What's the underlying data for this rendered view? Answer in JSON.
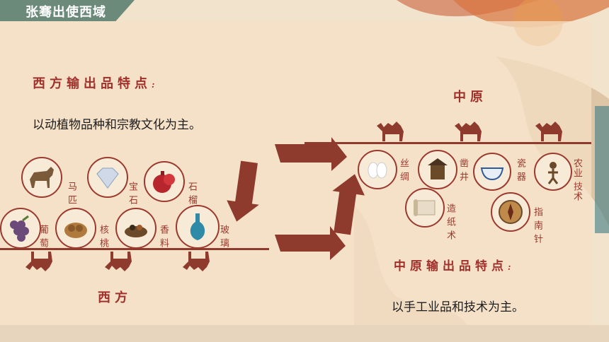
{
  "title": "张骞出使西域",
  "west": {
    "heading": "西方输出品特点",
    "heading_mark": ":",
    "description": "以动植物品种和宗教文化为主。",
    "region_label": "西方",
    "items": [
      {
        "label": "马\n匹",
        "icon": "horse-icon"
      },
      {
        "label": "宝\n石",
        "icon": "gem-icon"
      },
      {
        "label": "石\n榴",
        "icon": "pomegranate-icon"
      },
      {
        "label": "葡\n萄",
        "icon": "grapes-icon"
      },
      {
        "label": "核\n桃",
        "icon": "walnut-icon"
      },
      {
        "label": "香\n料",
        "icon": "spice-icon"
      },
      {
        "label": "玻\n璃",
        "icon": "glass-vase-icon"
      }
    ]
  },
  "central": {
    "heading": "中原输出品特点",
    "heading_mark": ":",
    "description": "以手工业品和技术为主。",
    "region_label": "中原",
    "items": [
      {
        "label": "丝\n绸",
        "icon": "silk-cocoon-icon"
      },
      {
        "label": "凿\n井",
        "icon": "well-icon"
      },
      {
        "label": "瓷\n器",
        "icon": "porcelain-bowl-icon"
      },
      {
        "label": "农业\n技术",
        "icon": "farming-icon"
      },
      {
        "label": "造\n纸\n术",
        "icon": "paper-scroll-icon"
      },
      {
        "label": "指\n南\n针",
        "icon": "compass-icon"
      }
    ]
  },
  "colors": {
    "accent": "#9b3a2f",
    "title_bar": "#6b8a7a",
    "panel": "#f5e1c6"
  }
}
